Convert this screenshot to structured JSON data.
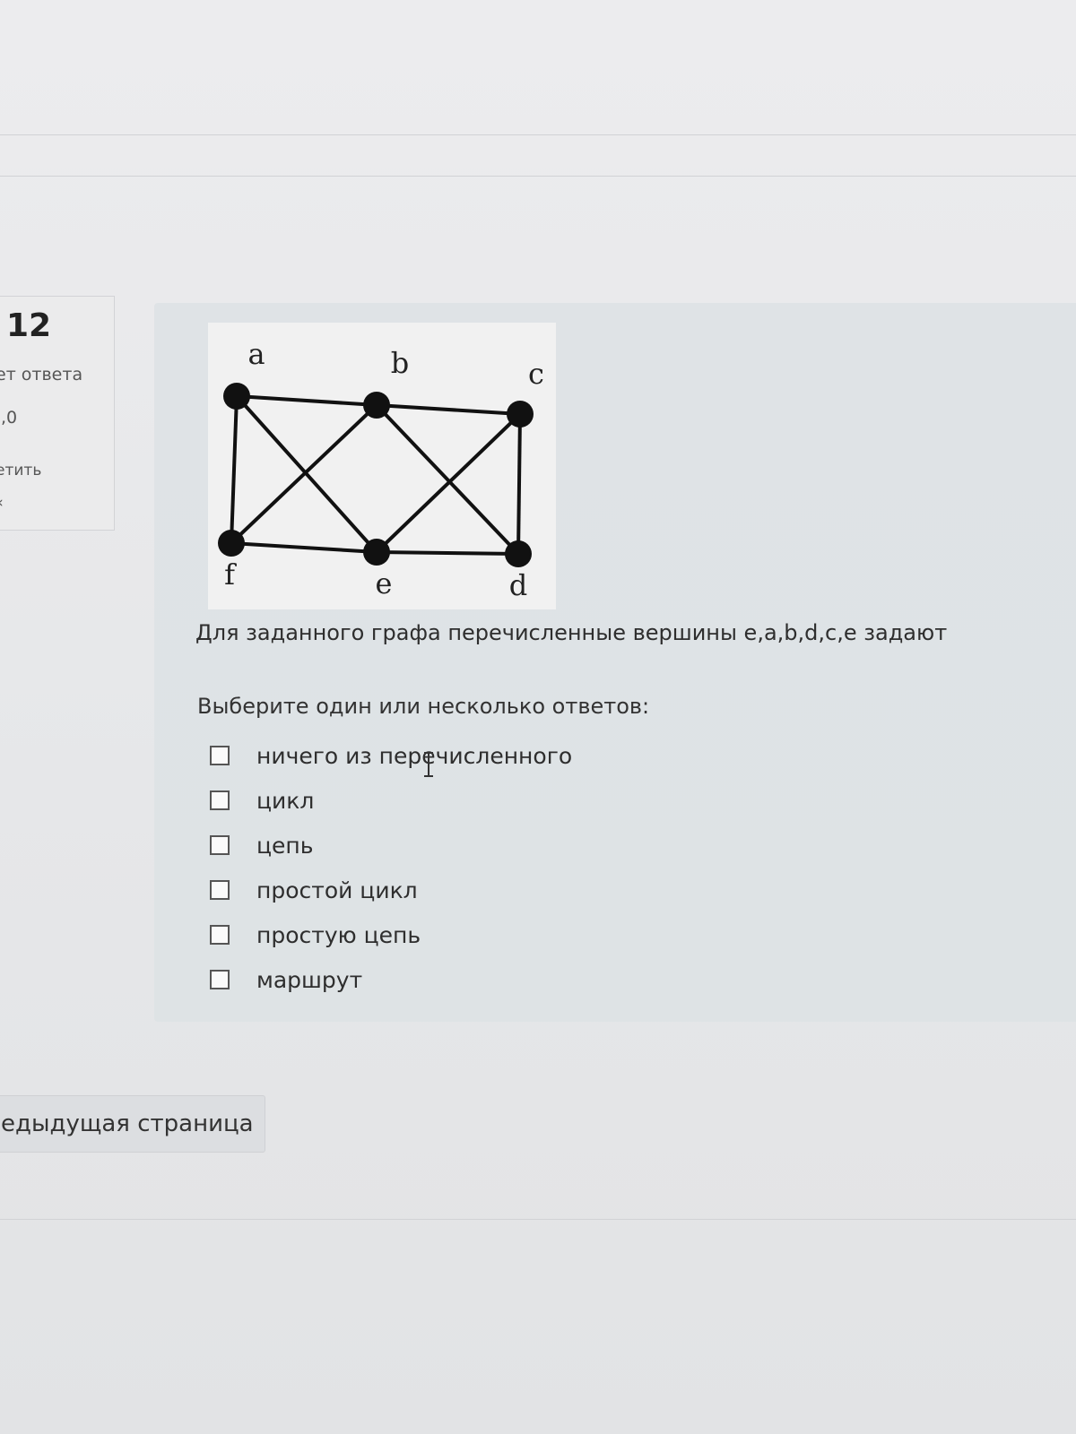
{
  "sidebar": {
    "question_number": "12",
    "status": "ет ответа",
    "mark": ",0",
    "flag": "етить"
  },
  "question": {
    "graph": {
      "vertices": [
        {
          "id": "a",
          "label": "a"
        },
        {
          "id": "b",
          "label": "b"
        },
        {
          "id": "c",
          "label": "c"
        },
        {
          "id": "d",
          "label": "d"
        },
        {
          "id": "e",
          "label": "e"
        },
        {
          "id": "f",
          "label": "f"
        }
      ],
      "edges": [
        [
          "a",
          "b"
        ],
        [
          "b",
          "c"
        ],
        [
          "a",
          "f"
        ],
        [
          "c",
          "d"
        ],
        [
          "f",
          "e"
        ],
        [
          "e",
          "d"
        ],
        [
          "a",
          "e"
        ],
        [
          "f",
          "b"
        ],
        [
          "b",
          "d"
        ],
        [
          "e",
          "c"
        ]
      ]
    },
    "text": "Для заданного графа перечисленные вершины e,a,b,d,c,e задают",
    "prompt": "Выберите один или несколько ответов:",
    "options": [
      {
        "label": "ничего из перечисленного",
        "checked": false
      },
      {
        "label": "цикл",
        "checked": false
      },
      {
        "label": "цепь",
        "checked": false
      },
      {
        "label": "простой цикл",
        "checked": false
      },
      {
        "label": "простую цепь",
        "checked": false
      },
      {
        "label": "маршрут",
        "checked": false
      }
    ]
  },
  "navigation": {
    "prev_label": "едыдущая страница"
  }
}
